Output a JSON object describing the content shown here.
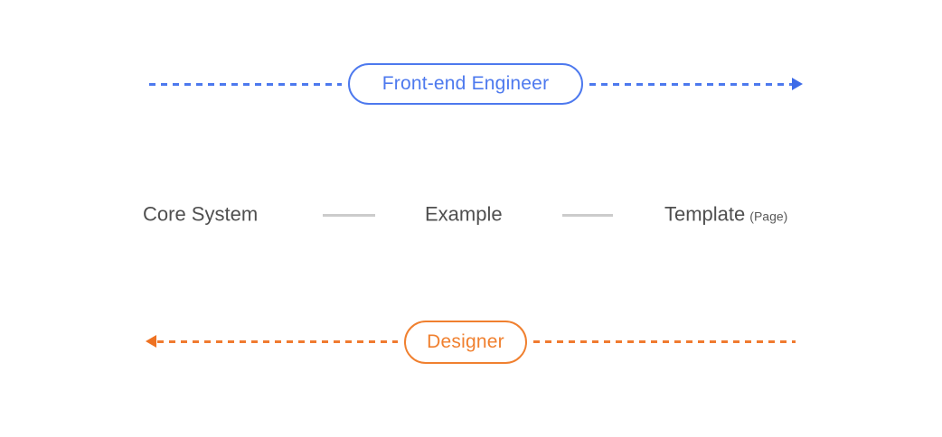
{
  "diagram": {
    "top_flow": {
      "label": "Front-end Engineer",
      "direction": "left-to-right",
      "line_style": "dashed",
      "color": "#4d79ee"
    },
    "middle_row": {
      "items": [
        {
          "label": "Core System",
          "suffix": ""
        },
        {
          "label": "Example",
          "suffix": ""
        },
        {
          "label": "Template",
          "suffix": "(Page)"
        }
      ],
      "connector_color": "#cccccc",
      "text_color": "#4f4f4f"
    },
    "bottom_flow": {
      "label": "Designer",
      "direction": "right-to-left",
      "line_style": "dashed",
      "color": "#f0802f"
    }
  }
}
